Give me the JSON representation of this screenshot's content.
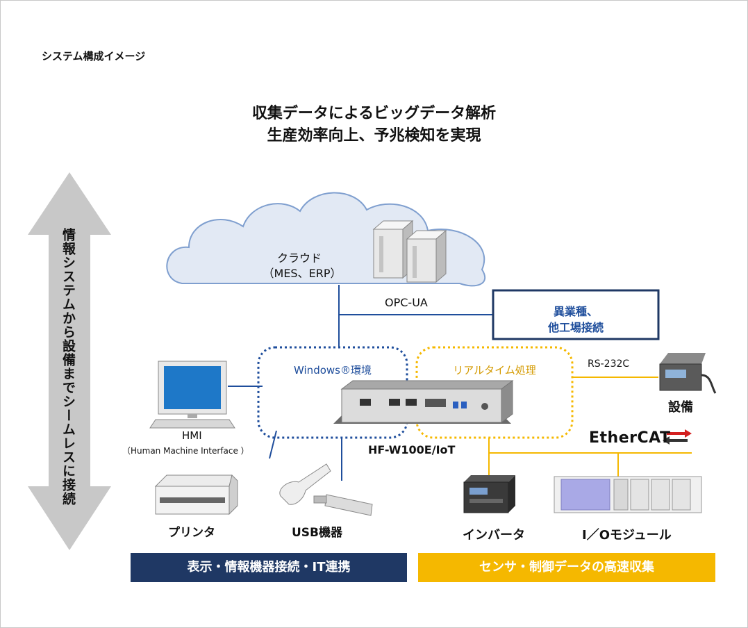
{
  "caption": "システム構成イメージ",
  "headline": {
    "line1": "収集データによるビッグデータ解析",
    "line2": "生産効率向上、予兆検知を実現"
  },
  "vertical_arrow_text": "情報システムから設備までシームレスに接続",
  "cloud": {
    "label": "クラウド",
    "sub": "（MES、ERP）"
  },
  "opc_label": "OPC-UA",
  "other_box": {
    "line1": "異業種、",
    "line2": "他工場接続"
  },
  "windows_label": "Windows®環境",
  "realtime_label": "リアルタイム処理",
  "rs232_label": "RS-232C",
  "device_label": "HF-W100E/IoT",
  "ethercat_label": "EtherCAT",
  "hmi": {
    "label": "HMI",
    "sub": "（Human Machine Interface ）"
  },
  "printer_label": "プリンタ",
  "usb_label": "USB機器",
  "equipment_label": "設備",
  "inverter_label": "インバータ",
  "io_label": "I／Oモジュール",
  "bars": {
    "left": "表示・情報機器接続・IT連携",
    "right": "センサ・制御データの高速収集"
  },
  "colors": {
    "navy": "#1f3864",
    "blue": "#1f4e9c",
    "gold": "#f5b800",
    "arrow_gray": "#c8c8c8"
  }
}
